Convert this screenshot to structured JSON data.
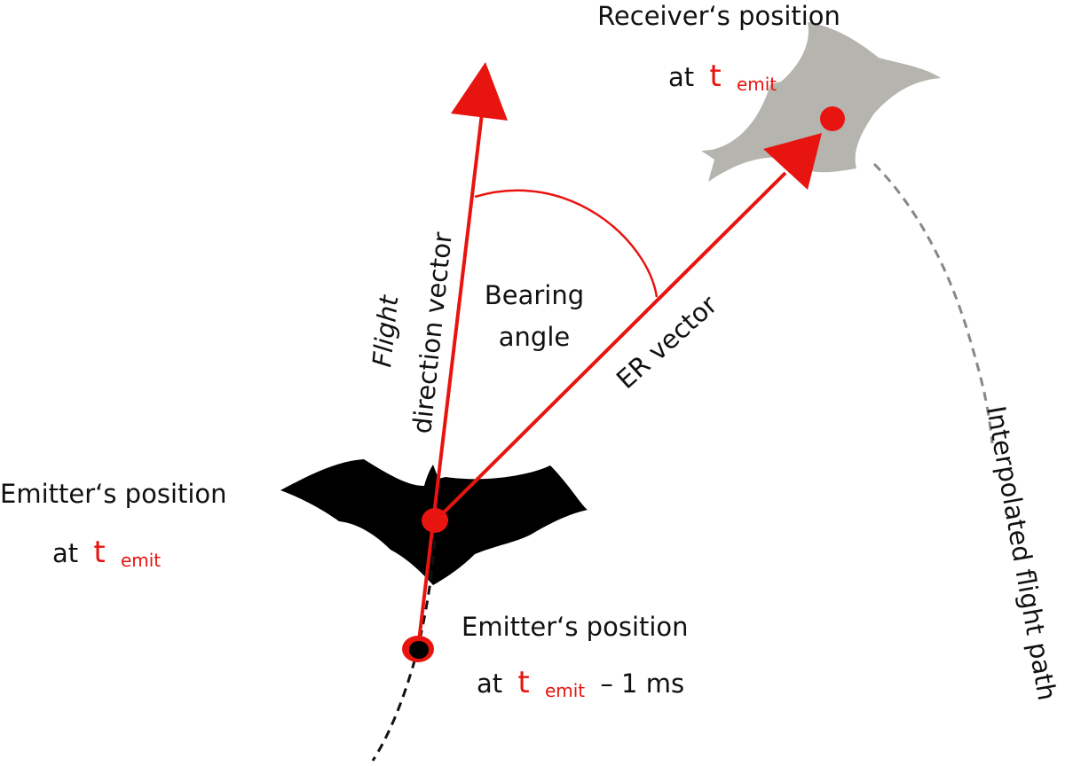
{
  "labels": {
    "receiver_title": "Receiver‘s position",
    "receiver_at": "at",
    "receiver_t": "t",
    "receiver_sub": "emit",
    "emitter_title": "Emitter‘s position",
    "emitter_at": "at",
    "emitter_t": "t",
    "emitter_sub": "emit",
    "prev_title": "Emitter‘s position",
    "prev_at": "at",
    "prev_t": "t",
    "prev_sub": "emit",
    "prev_suffix": "– 1 ms",
    "flight_line1": "Flight",
    "flight_line2": "direction vector",
    "bearing_line1": "Bearing",
    "bearing_line2": "angle",
    "er_vector": "ER vector",
    "interpolated": "Interpolated flight path"
  },
  "colors": {
    "accent": "#e8140f",
    "text": "#111111",
    "emitter_bat": "#000000",
    "receiver_bat": "#b5b4ae",
    "path_dashed": "#888888"
  },
  "icons": {
    "emitter": "bat-silhouette-icon",
    "receiver": "bat-silhouette-icon"
  }
}
